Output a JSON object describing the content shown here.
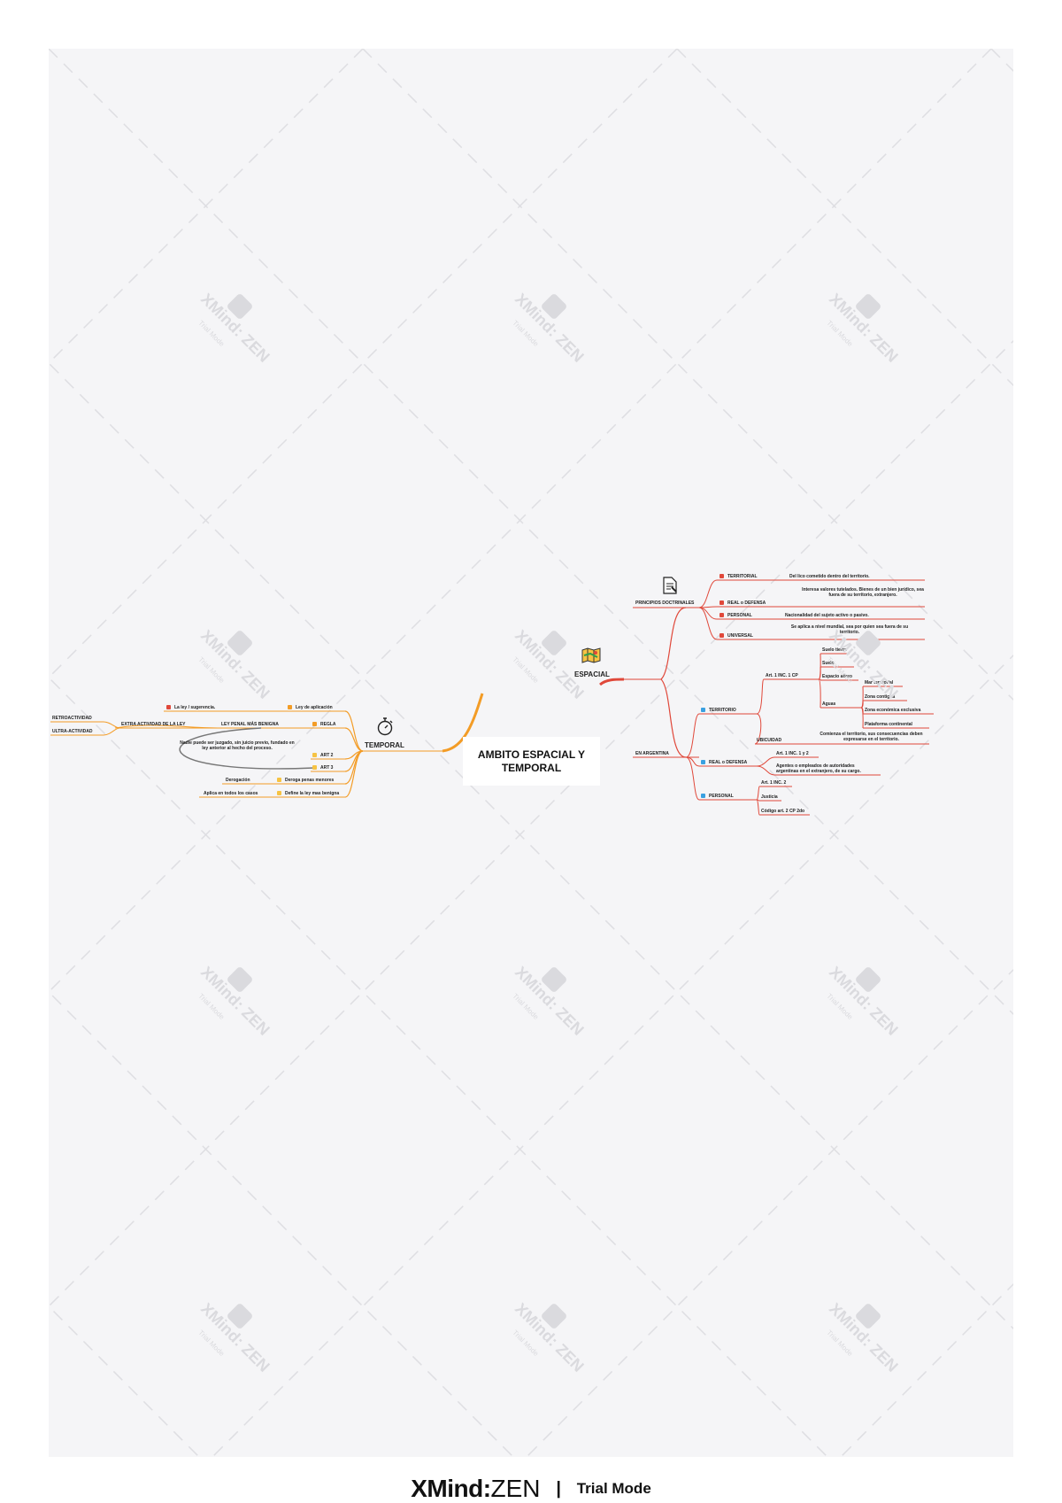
{
  "central": {
    "title": "AMBITO ESPACIAL Y TEMPORAL"
  },
  "espacial": {
    "label": "ESPACIAL",
    "principios": {
      "label": "PRINCIPIOS DOCTRINALES",
      "items": [
        {
          "label": "TERRITORIAL",
          "desc": "Del lico cometido dentro del territorio."
        },
        {
          "label": "REAL o DEFENSA",
          "desc": "Interesa valores tutelados. Bienes de un bien jurídico, sea fuera de su territorio, extranjero."
        },
        {
          "label": "PERSONAL",
          "desc": "Nacionalidad del sujeto activo o pasivo."
        },
        {
          "label": "UNIVERSAL",
          "desc": "Se aplica a nivel mundial, sea por quien sea fuera de su territorio."
        }
      ]
    },
    "argentina": {
      "label": "EN ARGENTINA",
      "territorio": {
        "label": "TERRITORIO",
        "art": {
          "label": "Art. 1 INC. 1 CP",
          "items": [
            "Suelo tierra",
            "Suelo",
            "Espacio aéreo"
          ]
        },
        "aguas": {
          "label": "Aguas",
          "items": [
            "Mar territorial",
            "Zona contigua",
            "Zona económica exclusiva",
            "Plataforma continental"
          ]
        },
        "ubicuidad": {
          "label": "UBICUIDAD",
          "desc": "Comienza el territorio, sus consecuencias deben expresarse en el territorio."
        }
      },
      "real": {
        "label": "REAL o DEFENSA",
        "items": [
          "Art. 1 INC. 1 y 2",
          "Agentes o empleados de autoridades argentinas en el extranjero, de su cargo."
        ]
      },
      "personal": {
        "label": "PERSONAL",
        "items": [
          "Art. 1 INC. 2",
          "Justicia",
          "Código art. 2 CP 2do"
        ]
      }
    }
  },
  "temporal": {
    "label": "TEMPORAL",
    "ley_aplicacion": "Ley de aplicación",
    "ley_ejecutiva": "La ley / sugerencia.",
    "extra": "EXTRA ACTIVIDAD DE LA LEY",
    "retro": "RETROACTIVIDAD",
    "ultra": "ULTRA-ACTIVIDAD",
    "benigna": "LEY PENAL MÁS BENIGNA",
    "regla": "REGLA",
    "nota": "Nadie puede ser juzgado, sin juicio previo, fundado en ley anterior al hecho del proceso.",
    "art2": "ART 2",
    "art3": "ART 3",
    "derogacion": "Derogación",
    "deroga": "Deroga penas menores",
    "aplica": "Aplica en todos los casos",
    "define": "Define la ley mas benigna"
  },
  "watermark": {
    "brand": "XMind: ZEN",
    "sub": "Trial Mode"
  },
  "footer": {
    "brand": "XMind",
    "zen": "ZEN",
    "mode": "Trial Mode"
  },
  "colors": {
    "temporal": "#f39c26",
    "espacial": "#e0483a",
    "dot_red": "#e0483a",
    "dot_blue": "#3aa0e0",
    "dot_orange": "#f39c26",
    "background": "#f5f5f7"
  }
}
